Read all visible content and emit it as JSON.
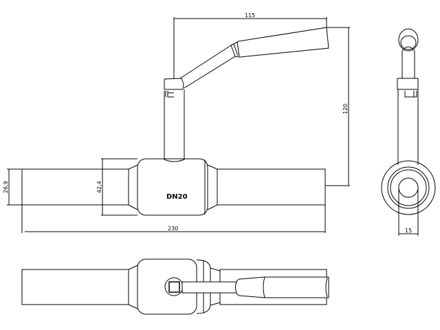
{
  "drawing": {
    "body_label": "DN20",
    "dimensions": {
      "pipe_outer_diameter": "26,9",
      "body_height": "42,4",
      "overall_length": "230",
      "handle_reach": "115",
      "handle_height": "120",
      "side_bore": "15"
    },
    "line_color": "#000000",
    "background_color": "#ffffff"
  }
}
